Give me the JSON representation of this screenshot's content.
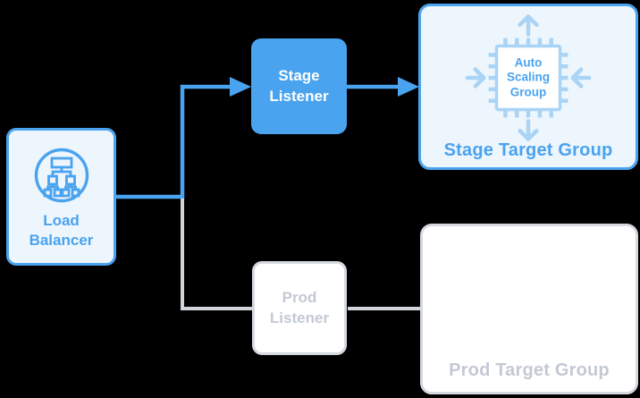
{
  "colors": {
    "background": "#000000",
    "blue": "#4AA3EF",
    "light_blue_fill": "#EDF5FD",
    "icon_light_blue": "#A9D4F5",
    "gray_border": "#D6DAE0",
    "gray_text": "#C3C9D4",
    "gray_line": "#D2D6DC",
    "white": "#FFFFFF"
  },
  "nodes": {
    "load_balancer": {
      "label": "Load Balancer",
      "icon": "load-balancer-icon",
      "state": "active"
    },
    "stage_listener": {
      "label": "Stage Listener",
      "state": "active"
    },
    "prod_listener": {
      "label": "Prod Listener",
      "state": "inactive"
    },
    "stage_target_group": {
      "label": "Stage Target Group",
      "icon": "auto-scaling-group-chip-icon",
      "icon_label": "Auto Scaling Group",
      "state": "active"
    },
    "prod_target_group": {
      "label": "Prod Target Group",
      "state": "inactive"
    }
  },
  "connections": [
    {
      "from": "load_balancer",
      "to": "stage_listener",
      "style": "blue-arrow"
    },
    {
      "from": "stage_listener",
      "to": "stage_target_group",
      "style": "blue-arrow"
    },
    {
      "from": "load_balancer",
      "to": "prod_listener",
      "style": "gray-line"
    },
    {
      "from": "prod_listener",
      "to": "prod_target_group",
      "style": "gray-line"
    }
  ]
}
